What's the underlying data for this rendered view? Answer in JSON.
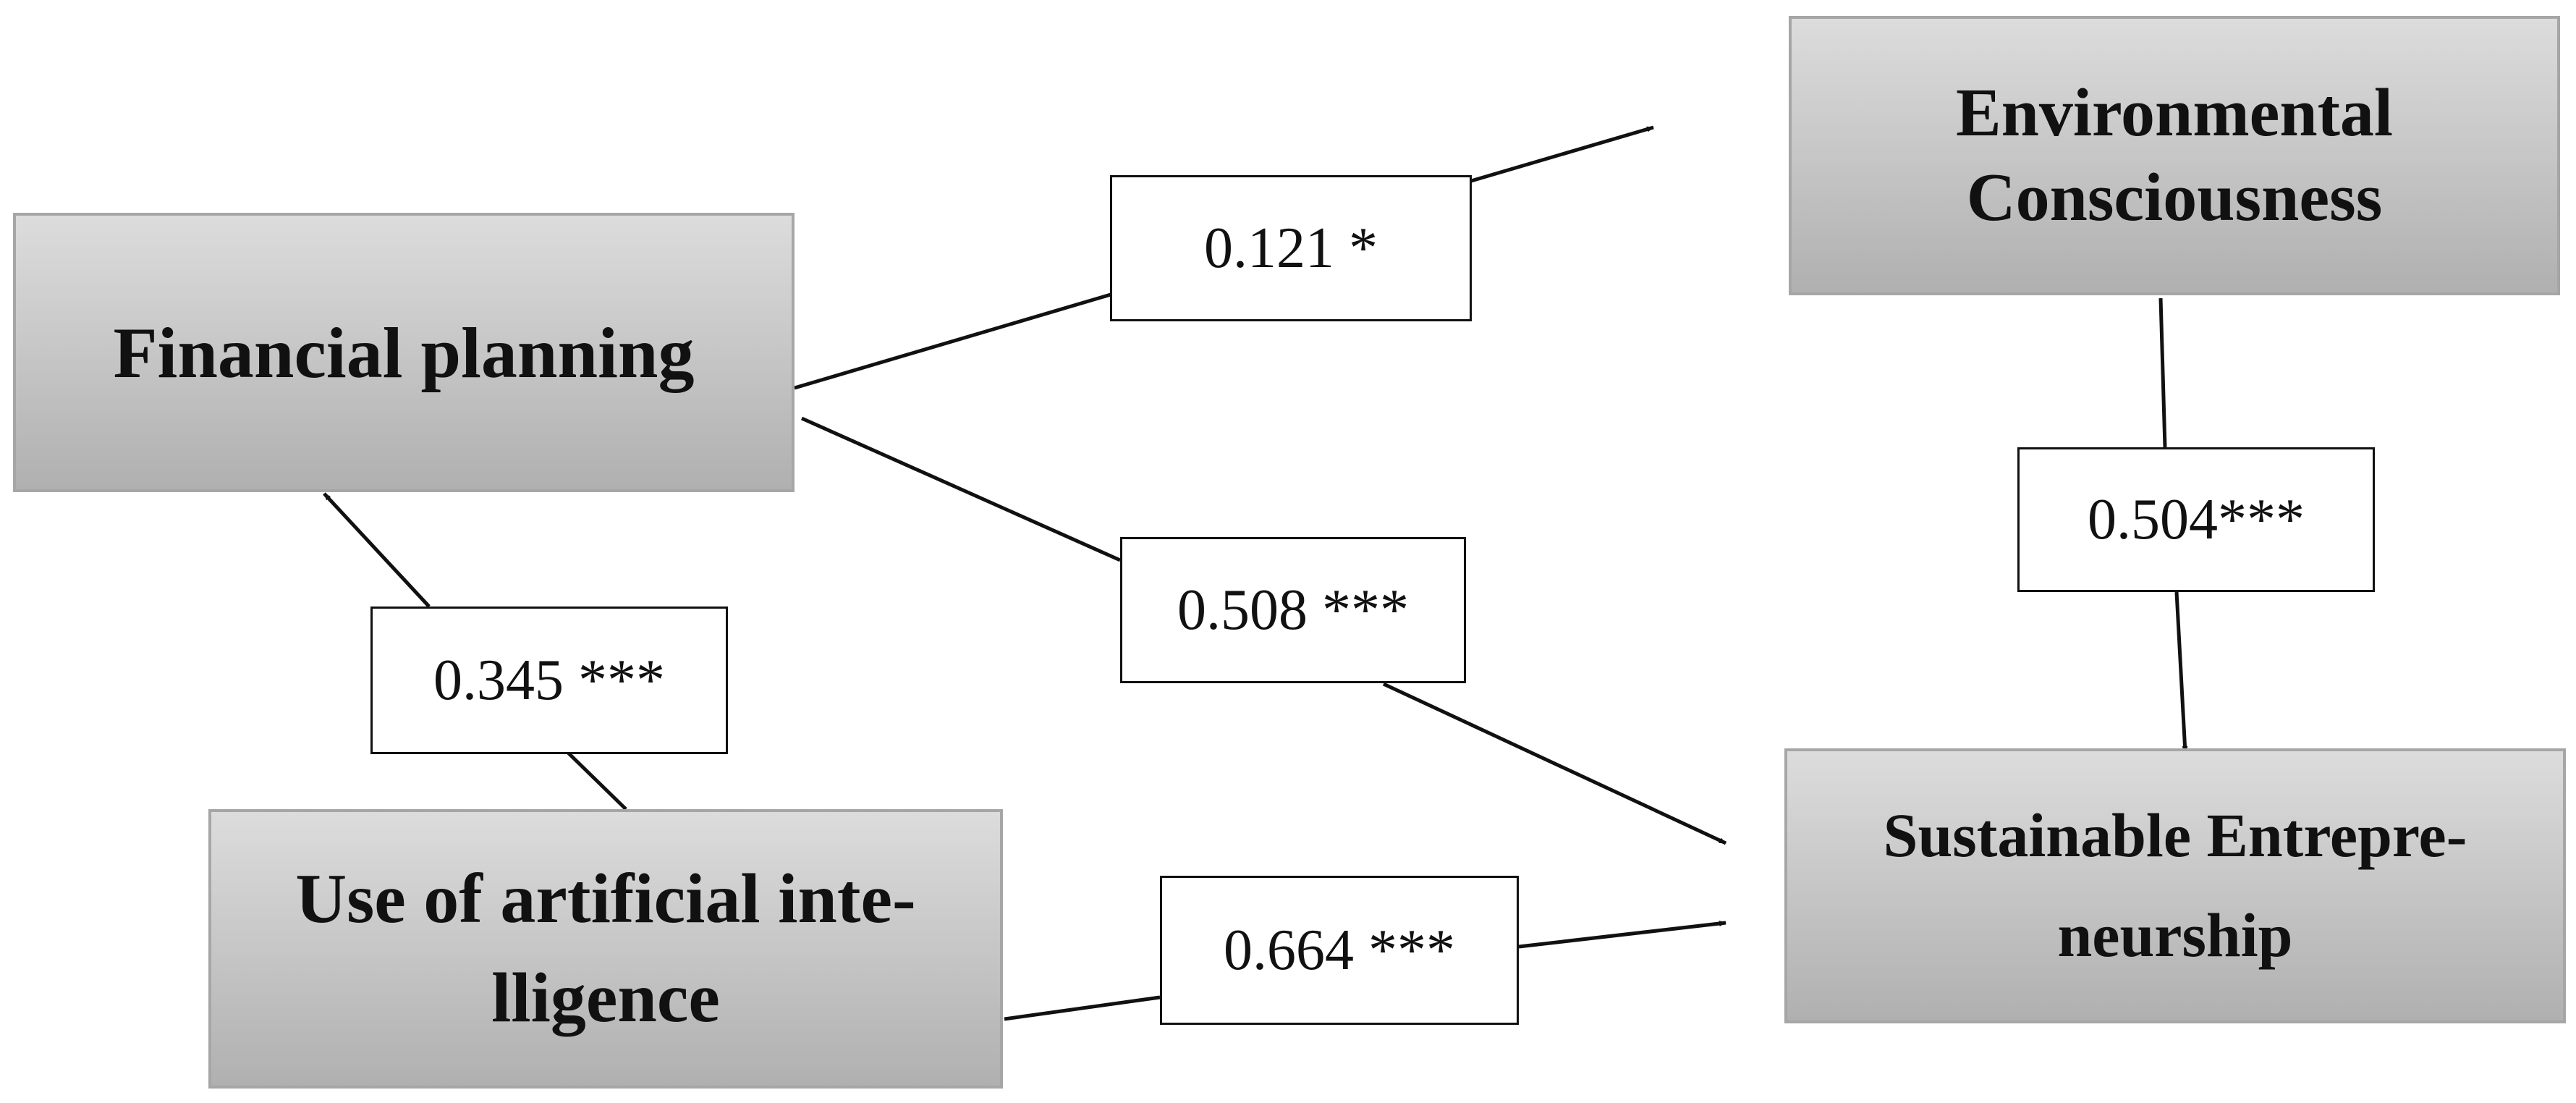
{
  "nodes": {
    "financial_planning": {
      "lines": [
        "Financial planning"
      ]
    },
    "environmental_consciousness": {
      "lines": [
        "Environmental",
        "Consciousness"
      ]
    },
    "use_of_ai": {
      "lines": [
        "Use of artificial inte-",
        "lligence"
      ]
    },
    "sustainable_entrepreneurship": {
      "lines": [
        "Sustainable Entrepre-",
        "neurship"
      ]
    }
  },
  "paths": {
    "fp_to_ec": "0.121 *",
    "fp_to_se": "0.508 ***",
    "ai_to_fp": "0.345 ***",
    "ai_to_se": "0.664 ***",
    "ec_to_se": "0.504***"
  },
  "colors": {
    "node_fill": "#c8c8c8",
    "node_border": "#a6a6a6",
    "line": "#111111"
  }
}
